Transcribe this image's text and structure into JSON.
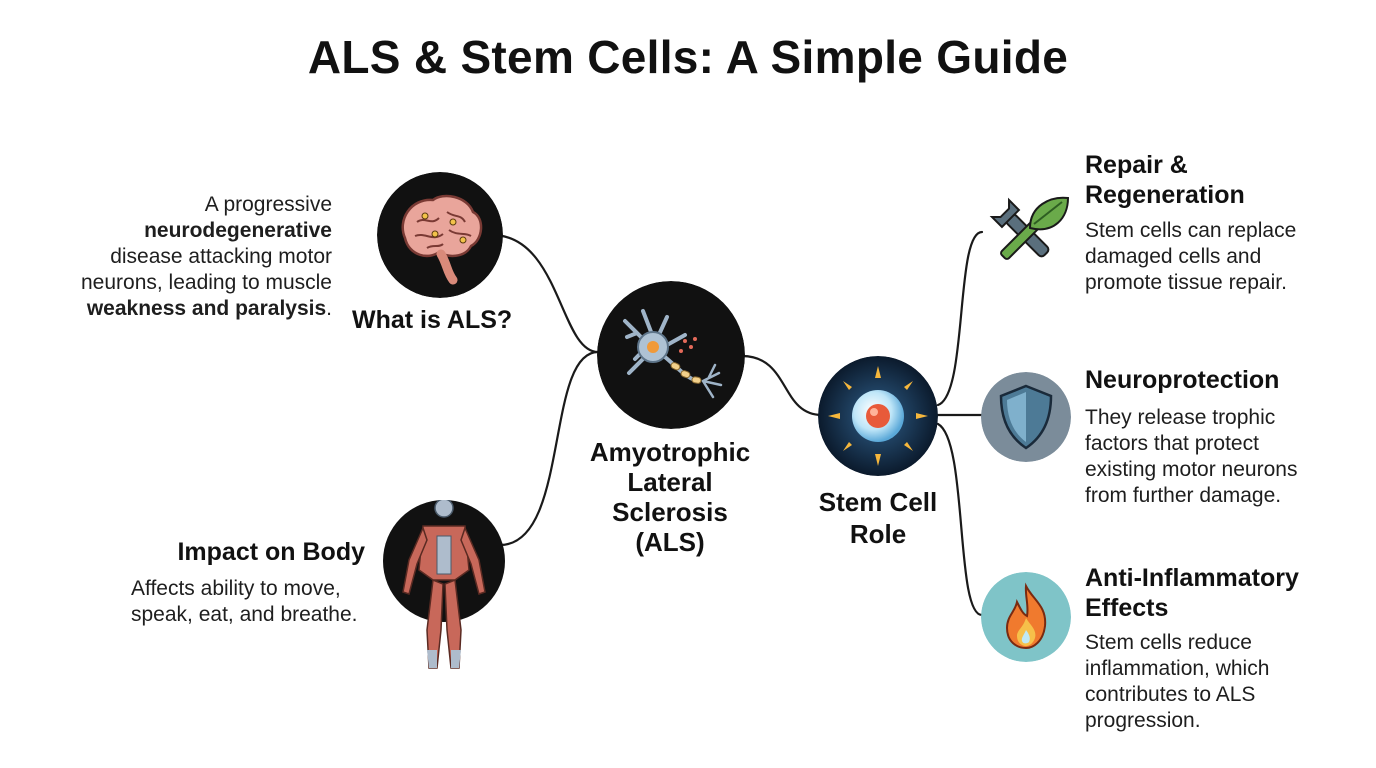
{
  "title": "ALS & Stem Cells: A Simple Guide",
  "center": {
    "label_lines": [
      "Amyotrophic",
      "Lateral",
      "Sclerosis",
      "(ALS)"
    ],
    "icon": "neuron-icon"
  },
  "what_is_als": {
    "heading": "What is ALS?",
    "icon": "brain-icon",
    "desc": {
      "p1": "A progressive",
      "b1": "neurodegenerative",
      "p2": "disease attacking motor",
      "p3": "neurons, leading to muscle",
      "b2": "weakness and paralysis",
      "p4": "."
    }
  },
  "impact": {
    "heading": "Impact on Body",
    "icon": "human-muscle-icon",
    "desc_lines": [
      "Affects ability to move,",
      "speak, eat, and breathe."
    ]
  },
  "stem_cell": {
    "label_lines": [
      "Stem Cell",
      "Role"
    ],
    "icon": "stem-cell-icon"
  },
  "branches": [
    {
      "heading_lines": [
        "Repair &",
        "Regeneration"
      ],
      "icon": "wrench-leaf-icon",
      "desc_lines": [
        "Stem cells can replace",
        "damaged cells and",
        "promote tissue repair."
      ]
    },
    {
      "heading_lines": [
        "Neuroprotection"
      ],
      "icon": "shield-icon",
      "desc_lines": [
        "They release trophic",
        "factors that protect",
        "existing motor neurons",
        "from further damage."
      ]
    },
    {
      "heading_lines": [
        "Anti-Inflammatory",
        "Effects"
      ],
      "icon": "flame-icon",
      "desc_lines": [
        "Stem cells reduce",
        "inflammation, which",
        "contributes to ALS",
        "progression."
      ]
    }
  ],
  "colors": {
    "node_bg": "#111111",
    "brain": "#e8a49a",
    "muscle": "#c8685a",
    "shield": "#4d7a96",
    "flame": "#f07a2e",
    "wrench": "#5a6f7d",
    "leaf": "#6aaa4a"
  }
}
